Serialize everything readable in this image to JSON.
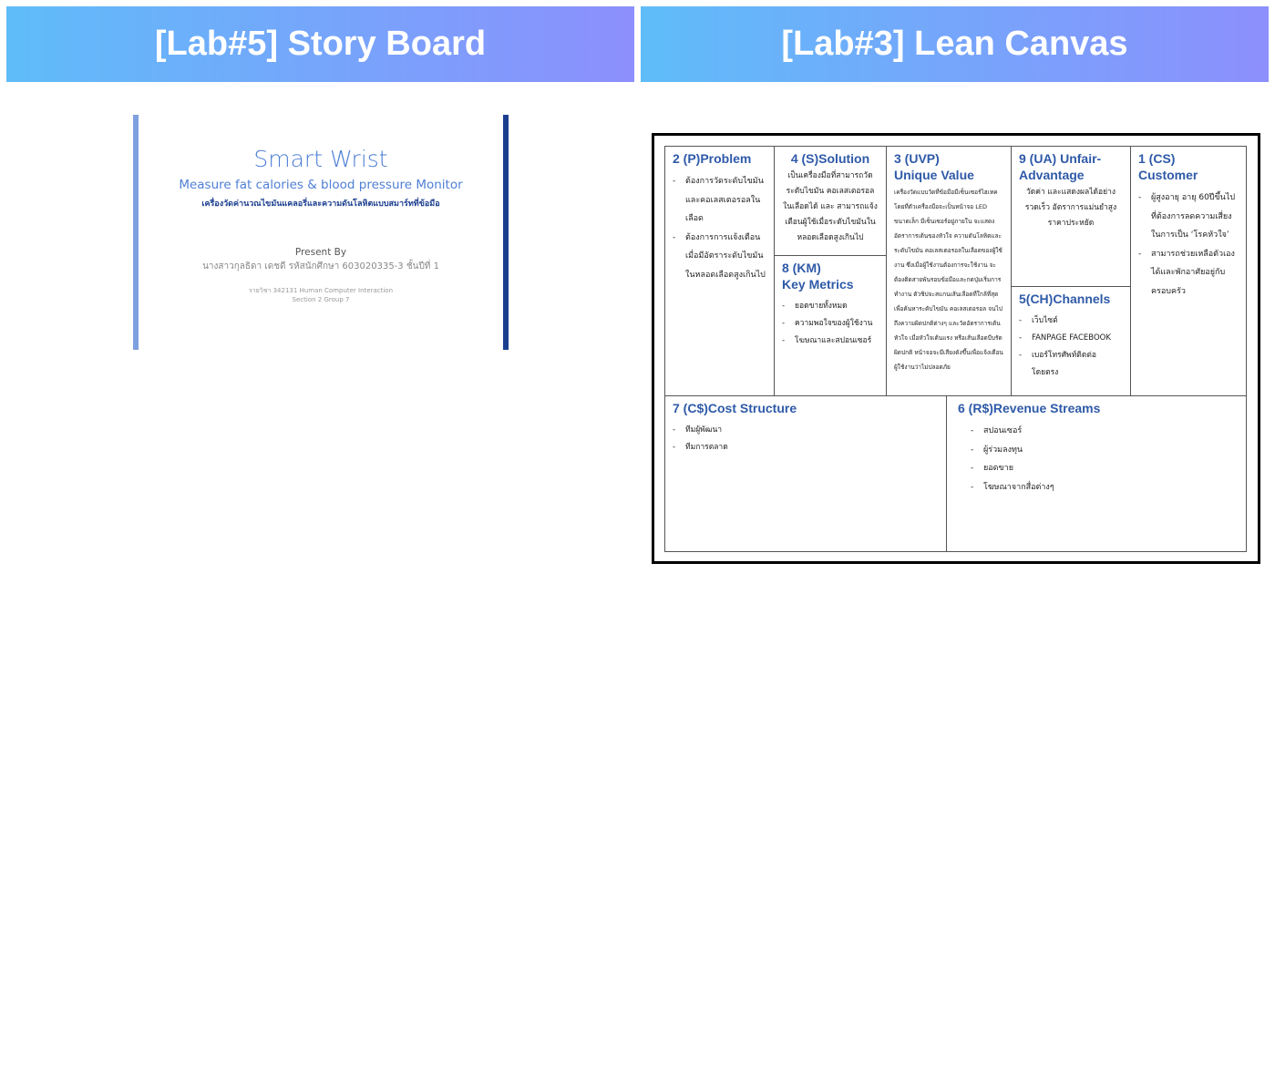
{
  "left_panel": {
    "title": "[Lab#5] Story Board",
    "slide": {
      "title": "Smart Wrist",
      "subtitle": "Measure fat calories & blood pressure Monitor",
      "thai_subtitle": "เครื่องวัดค่านวณไขมันแคลอรี่และความดันโลหิตแบบสมาร์ทที่ข้อมือ",
      "present_by": "Present By",
      "presenter": "นางสาวกุลธิดา  เดชดี รหัสนักศึกษา 603020335-3 ชั้นปีที่ 1",
      "course": "รายวิชา 342131 Human Computer Interaction",
      "section": "Section 2 Group 7"
    }
  },
  "right_panel": {
    "title": "[Lab#3] Lean Canvas",
    "problem": {
      "title": "2 (P)Problem",
      "items": [
        "ต้องการวัดระดับไขมันและคอเลสเตอรอลในเลือด",
        "ต้องการการแจ้งเตือนเมื่อมีอัตราระดับไขมันในหลอดเลือดสูงเกินไป"
      ]
    },
    "solution": {
      "title": "4 (S)Solution",
      "text": "เป็นเครื่องมือที่สามารถวัดระดับไขมัน คอเลสเตอรอลในเลือดได้ และ สามารถแจ้งเตือนผู้ใช้เมื่อระดับไขมันในหลอดเลือดสูงเกินไป"
    },
    "key_metrics": {
      "title_line1": "8 (KM)",
      "title_line2": "Key Metrics",
      "items": [
        "ยอดขายทั้งหมด",
        "ความพอใจของผู้ใช้งาน",
        "โฆษณาและสปอนเซอร์"
      ]
    },
    "uvp": {
      "title_line1": "3 (UVP)",
      "title_line2": "Unique Value",
      "text": "เครื่องวัดแบบวัดที่ข้อมือมีเซ็นเซอร์ไฮเทคโดยที่ตัวเครื่องมือจะเป็นหน้าจอ LED ขนาดเล็ก มีเซ็นเซอร์อยู่ภายใน จะแสดงอัตราการเต้นของหัวใจ ความดันโลหิตและระดับไขมัน คอเลสเตอรอลในเลือดของผู้ใช้งาน ซึ่งเมื่อผู้ใช้งานต้องการจะใช้งาน จะต้องติดสายพันรอบข้อมือและกดปุ่มเริ่มการทำงาน ตัวชิปจะสแกนเส้นเลือดที่ใกล้ที่สุดเพื่อค้นหาระดับไขมัน คอเลสเตอรอล จนไปถึงความผิดปกติต่างๆ และวัดอัตราการเต้นหัวใจ เมื่อหัวใจเต้นแรง หรือเส้นเลือดบีบรัดผิดปกติ หน้าจอจะมีเสียงดังขึ้นเพื่อแจ้งเตือนผู้ใช้งานว่าไม่ปลอดภัย"
    },
    "unfair_advantage": {
      "title_line1": "9 (UA) Unfair-",
      "title_line2": "Advantage",
      "text": "วัดค่า และแสดงผลได้อย่างรวดเร็ว อัตราการแม่นยำสูง ราคาประหยัด"
    },
    "channels": {
      "title": "5(CH)Channels",
      "items": [
        "เว็บไซต์",
        "FANPAGE FACEBOOK",
        "เบอร์โทรศัพท์ติดต่อโดยตรง"
      ]
    },
    "customer": {
      "title_line1": "1 (CS)",
      "title_line2": "Customer",
      "items": [
        "ผู้สูงอายุ อายุ 60ปีขึ้นไปที่ต้องการลดความเสี่ยงในการเป็น ‘โรคหัวใจ’",
        "สามารถช่วยเหลือตัวเองได้และพักอาศัยอยู่กับครอบครัว"
      ]
    },
    "cost_structure": {
      "title": "7 (C$)Cost Structure",
      "items": [
        "ทีมผู้พัฒนา",
        "ทีมการตลาด"
      ]
    },
    "revenue_streams": {
      "title": "6 (R$)Revenue Streams",
      "items": [
        "สปอนเซอร์",
        "ผู้ร่วมลงทุน",
        "ยอดขาย",
        "โฆษณาจากสื่อต่างๆ"
      ]
    }
  }
}
